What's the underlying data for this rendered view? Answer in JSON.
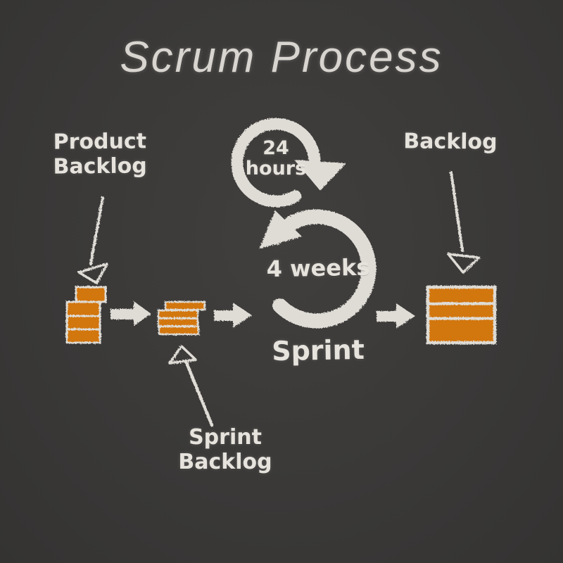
{
  "title": "Scrum Process",
  "colors": {
    "background": "#3a3938",
    "chalk": "#e6e3dd",
    "orange": "#d9790f"
  },
  "product_backlog": {
    "line1": "Product",
    "line2": "Backlog"
  },
  "sprint_backlog": {
    "line1": "Sprint",
    "line2": "Backlog"
  },
  "daily_cycle": {
    "value": "24",
    "unit": "hours"
  },
  "sprint_cycle": {
    "duration": "4 weeks",
    "label": "Sprint"
  },
  "output": {
    "label": "Backlog"
  },
  "icons": {
    "product_backlog": "brick-stack",
    "sprint_backlog": "plank-stack",
    "daily_cycle": "circular-arrow-clockwise",
    "sprint_cycle": "circular-arrow-counterclockwise",
    "output": "layered-box",
    "flow": "block-arrow-right",
    "pointer": "thin-hand-drawn-arrow"
  }
}
